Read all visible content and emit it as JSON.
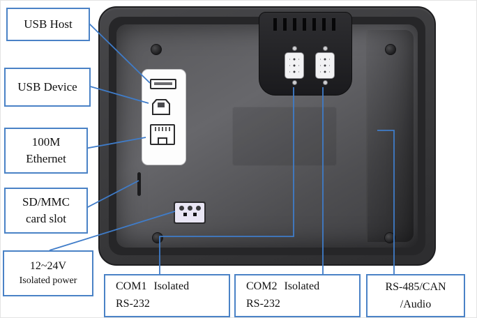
{
  "colors": {
    "callout_border": "#4a82c6",
    "leader_line": "#3f7cc9",
    "device_body": "#3a3a3c",
    "device_panel": "#5b5b5e"
  },
  "callouts": {
    "usb_host": {
      "line1": "USB Host"
    },
    "usb_device": {
      "line1": "USB Device"
    },
    "ethernet": {
      "line1": "100M",
      "line2": "Ethernet"
    },
    "sd_mmc": {
      "line1": "SD/MMC",
      "line2": "card slot"
    },
    "power": {
      "line1": "12~24V",
      "line2": "Isolated power"
    },
    "com1": {
      "port": "COM1",
      "qualifier": "Isolated",
      "line2": "RS-232"
    },
    "com2": {
      "port": "COM2",
      "qualifier": "Isolated",
      "line2": "RS-232"
    },
    "rs485": {
      "line1": "RS-485/CAN",
      "line2": "/Audio"
    }
  }
}
